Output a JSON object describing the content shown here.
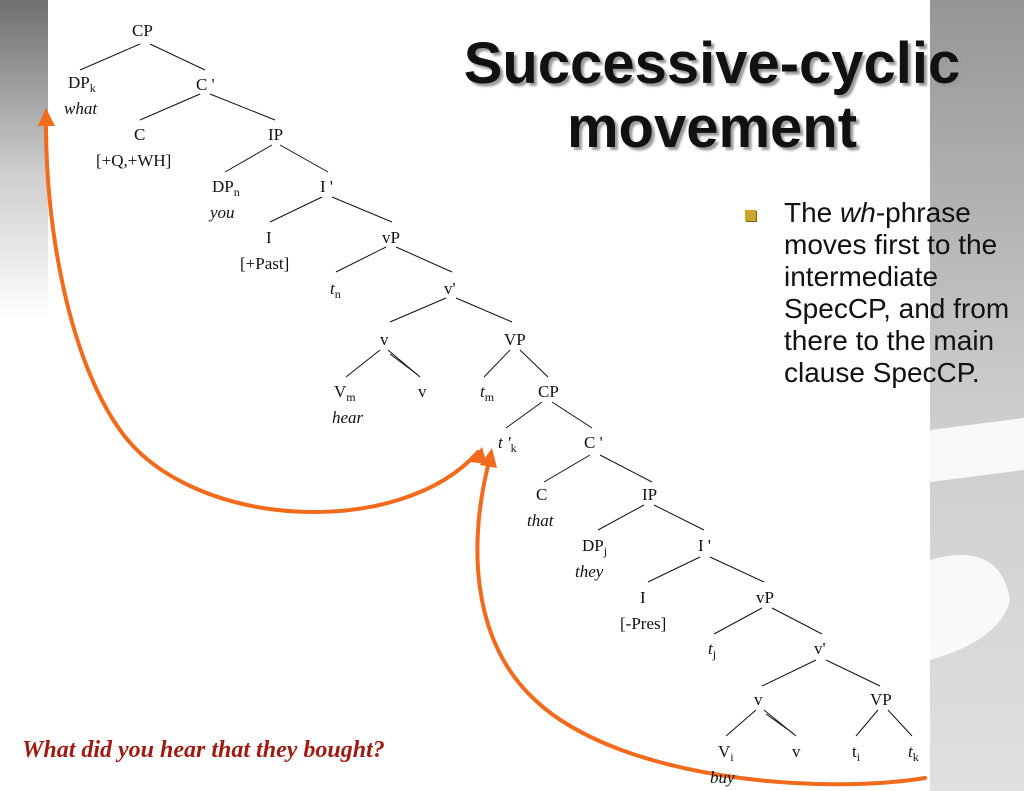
{
  "slide": {
    "title_line1": "Successive-cyclic",
    "title_line2": "movement",
    "bullet": {
      "pre": "The ",
      "em": "wh",
      "post": "-phrase moves first to the intermediate SpecCP, and from there to the main clause SpecCP."
    },
    "caption": "What did you hear that they bought?"
  },
  "tree": {
    "cp_root": "CP",
    "dp_k": "DP",
    "dp_k_sub": "k",
    "what": "what",
    "c_bar_1": "C '",
    "c_1": "C",
    "c_1_features": "[+Q,+WH]",
    "ip_1": "IP",
    "dp_n": "DP",
    "dp_n_sub": "n",
    "you": "you",
    "i_bar_1": "I '",
    "i_1": "I",
    "i_1_features": "[+Past]",
    "vp_small_1": "vP",
    "t_n": "t",
    "t_n_sub": "n",
    "v_bar_1": "v'",
    "v_1": "v",
    "vp_1": "VP",
    "v_m": "V",
    "v_m_sub": "m",
    "hear": "hear",
    "v_1b": "v",
    "t_m": "t",
    "t_m_sub": "m",
    "cp_2": "CP",
    "t_prime_k": "t '",
    "t_prime_k_sub": "k",
    "c_bar_2": "C '",
    "c_2": "C",
    "that": "that",
    "ip_2": "IP",
    "dp_j": "DP",
    "dp_j_sub": "j",
    "they": "they",
    "i_bar_2": "I '",
    "i_2": "I",
    "i_2_features": "[-Pres]",
    "vp_small_2": "vP",
    "t_j": "t",
    "t_j_sub": "j",
    "v_bar_2": "v'",
    "v_2": "v",
    "vp_2": "VP",
    "v_i": "V",
    "v_i_sub": "i",
    "buy": "buy",
    "v_2b": "v",
    "t_i": "t",
    "t_i_sub": "i",
    "t_k": "t",
    "t_k_sub": "k"
  },
  "colors": {
    "arrow": "#f26a1b",
    "caption": "#9e1b14",
    "bullet": "#c9a52b",
    "tree_line": "#111111"
  }
}
